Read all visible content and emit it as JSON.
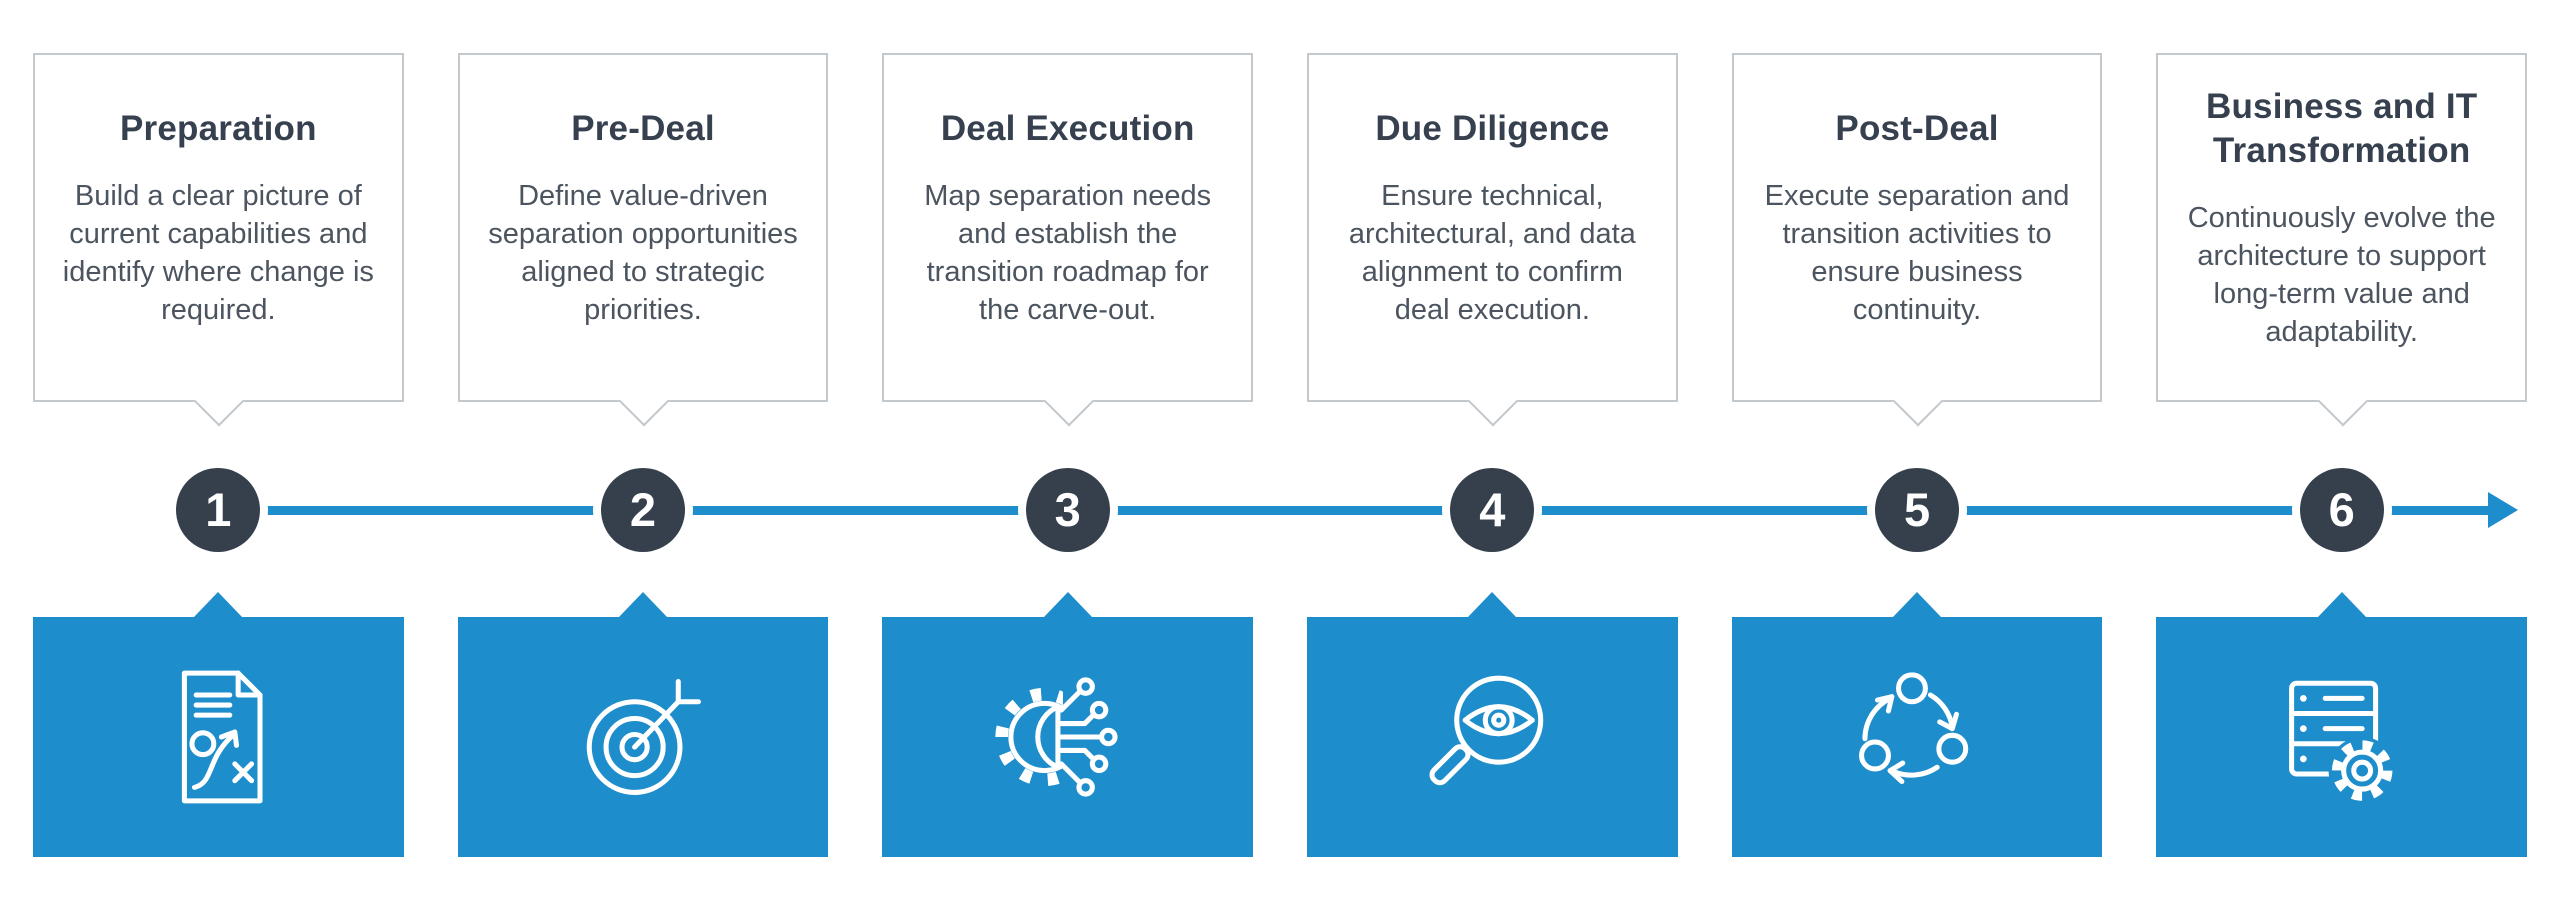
{
  "colors": {
    "accent_blue": "#1e8dcb",
    "dark_slate": "#36404c",
    "card_border": "#c3c8cd",
    "title_text": "#36404e",
    "body_text": "#4c555f"
  },
  "timeline": {
    "direction": "left-to-right",
    "arrowhead": "right"
  },
  "steps": [
    {
      "number": "1",
      "title": "Preparation",
      "description": "Build a clear picture of current capabilities and identify where change is required.",
      "icon": "strategy-document-icon"
    },
    {
      "number": "2",
      "title": "Pre-Deal",
      "description": "Define value-driven separation opportunities aligned to strategic priorities.",
      "icon": "target-arrow-icon"
    },
    {
      "number": "3",
      "title": "Deal Execution",
      "description": "Map separation needs and establish the transition roadmap for the carve-out.",
      "icon": "gear-circuit-icon"
    },
    {
      "number": "4",
      "title": "Due Diligence",
      "description": "Ensure technical, architectural, and data alignment to confirm deal execution.",
      "icon": "magnifier-eye-icon"
    },
    {
      "number": "5",
      "title": "Post-Deal",
      "description": "Execute separation and transition activities to ensure business continuity.",
      "icon": "cycle-arrows-icon"
    },
    {
      "number": "6",
      "title": "Business and IT Transformation",
      "description": "Continuously evolve the architecture to support long-term value and adaptability.",
      "icon": "server-gear-icon"
    }
  ]
}
